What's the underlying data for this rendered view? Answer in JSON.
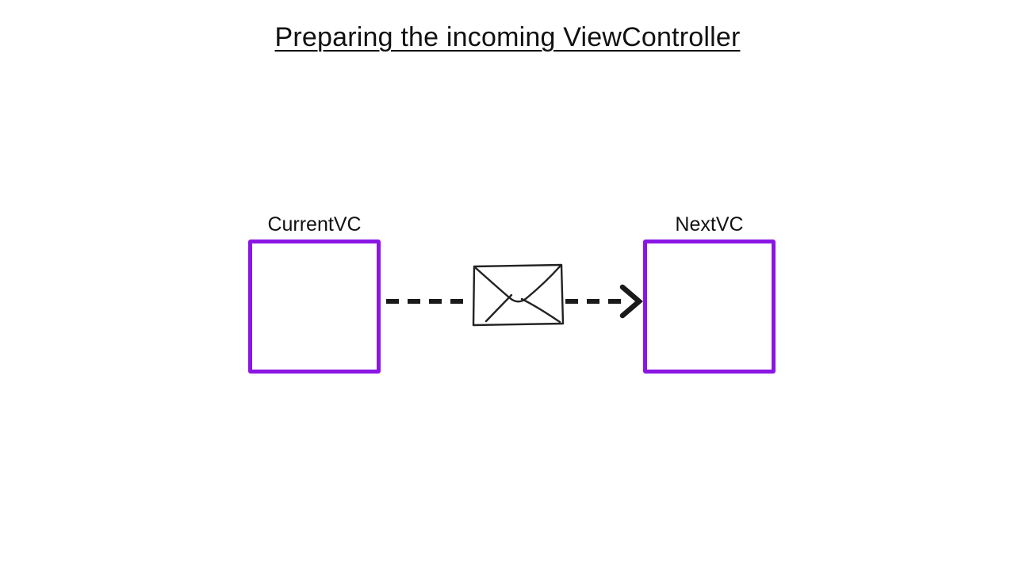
{
  "slide": {
    "title": "Preparing the incoming ViewController"
  },
  "diagram": {
    "current_vc": {
      "label": "CurrentVC"
    },
    "next_vc": {
      "label": "NextVC"
    },
    "connector": {
      "icon": "envelope-icon",
      "type": "dashed-arrow",
      "direction": "left-to-right"
    }
  },
  "colors": {
    "background": "#ffffff",
    "box_border": "#8b16e4",
    "line": "#1a1a1a",
    "text": "#111111"
  }
}
